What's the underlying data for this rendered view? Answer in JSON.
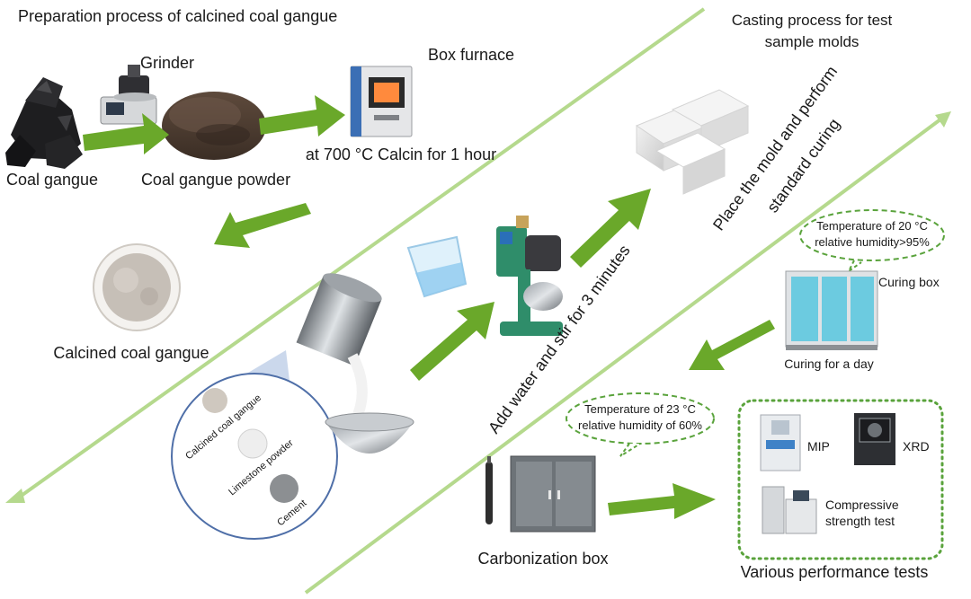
{
  "sections": {
    "preparation": "Preparation process of calcined coal gangue",
    "casting": [
      "Casting process for test",
      "sample molds"
    ]
  },
  "labels": {
    "grinder": "Grinder",
    "box_furnace": "Box furnace",
    "coal_gangue": "Coal gangue",
    "coal_gangue_powder": "Coal gangue powder",
    "calcin": "at 700 °C Calcin for 1 hour",
    "calcined_coal_gangue": "Calcined coal gangue",
    "mix_calcined": "Calcined coal gangue",
    "mix_limestone": "Limestone powder",
    "mix_cement": "Cement",
    "add_water": "Add water and stir for 3 minutes",
    "place_mold": [
      "Place the mold and perform",
      "standard curing"
    ],
    "curing_box": "Curing box",
    "curing_day": "Curing for a day",
    "carbonization_box": "Carbonization box",
    "mip": "MIP",
    "xrd": "XRD",
    "compressive": [
      "Compressive",
      "strength test"
    ],
    "performance": "Various performance tests"
  },
  "bubbles": {
    "curing": [
      "Temperature of 20 °C",
      "relative humidity>95%"
    ],
    "carbonization": [
      "Temperature of 23 °C",
      "relative humidity of 60%"
    ]
  },
  "colors": {
    "arrow_green": "#6aa82a",
    "diagonal_green": "#b5d98d",
    "dashed_green": "#5aa33c",
    "circle_fill": "#b9cbe6",
    "circle_stroke": "#4f6fa8",
    "cabinet_blue": "#6ccbe0"
  }
}
